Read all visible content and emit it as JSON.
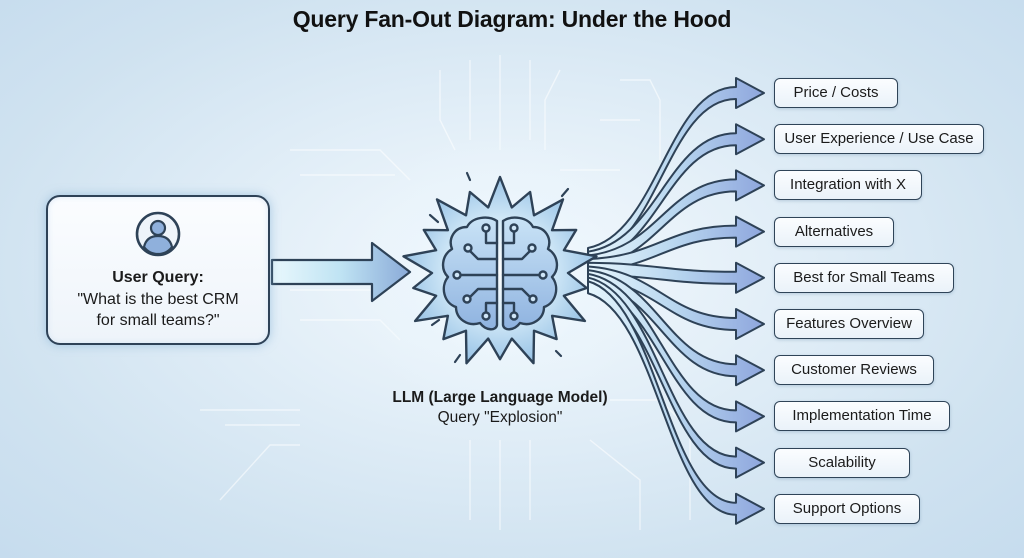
{
  "title": "Query Fan-Out Diagram: Under the Hood",
  "user_query": {
    "icon": "user-avatar-icon",
    "label": "User Query:",
    "text_line1": "\"What is the best CRM",
    "text_line2": "for small teams?\""
  },
  "llm": {
    "icon": "brain-circuit-icon",
    "label": "LLM (Large Language Model)",
    "sublabel": "Query \"Explosion\""
  },
  "fan_out_queries": [
    {
      "label": "Price / Costs"
    },
    {
      "label": "User Experience / Use Case"
    },
    {
      "label": "Integration with X"
    },
    {
      "label": "Alternatives"
    },
    {
      "label": "Best for Small Teams"
    },
    {
      "label": "Features Overview"
    },
    {
      "label": "Customer Reviews"
    },
    {
      "label": "Implementation Time"
    },
    {
      "label": "Scalability"
    },
    {
      "label": "Support Options"
    }
  ],
  "colors": {
    "outline": "#2e4257",
    "arrow_fill_start": "#d9f0fb",
    "arrow_fill_end": "#8fa8dc",
    "background": "#d4e6f3"
  }
}
